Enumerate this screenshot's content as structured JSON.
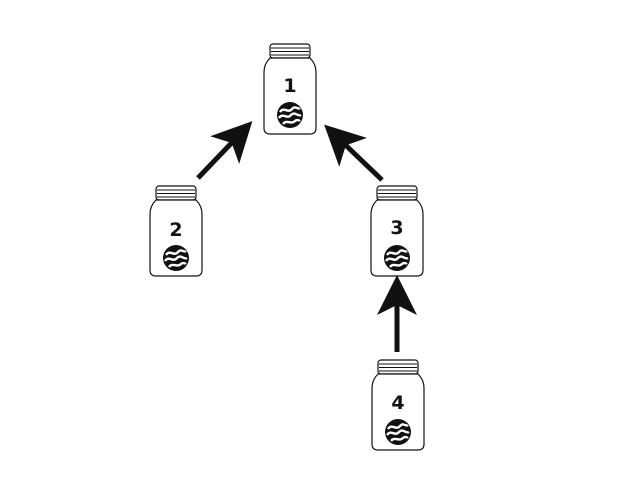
{
  "jars": [
    {
      "id": "jar-1",
      "label": "1"
    },
    {
      "id": "jar-2",
      "label": "2"
    },
    {
      "id": "jar-3",
      "label": "3"
    },
    {
      "id": "jar-4",
      "label": "4"
    }
  ],
  "arrows": [
    {
      "from": "2",
      "to": "1"
    },
    {
      "from": "3",
      "to": "1"
    },
    {
      "from": "4",
      "to": "3"
    }
  ],
  "colors": {
    "ink": "#111111",
    "jar_fill": "#ffffff"
  },
  "icons": {
    "marble": "marble-icon"
  }
}
